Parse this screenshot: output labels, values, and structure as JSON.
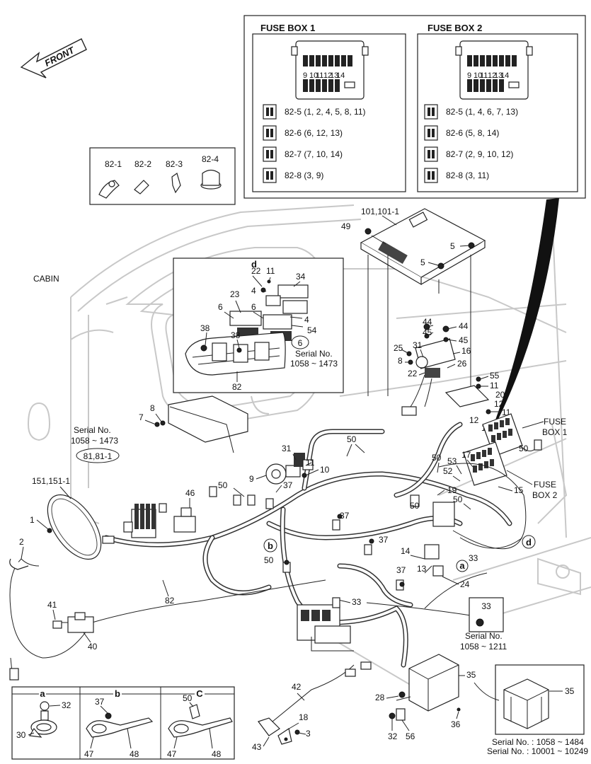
{
  "fusebox1": {
    "title": "FUSE BOX 1",
    "rows": [
      "82-5 (1, 2, 4, 5, 8, 11)",
      "82-6 (6, 12, 13)",
      "82-7 (7, 10, 14)",
      "82-8 (3, 9)"
    ],
    "slot_numbers": [
      "9",
      "10",
      "11",
      "12",
      "13",
      "14"
    ]
  },
  "fusebox2": {
    "title": "FUSE BOX 2",
    "rows": [
      "82-5 (1, 4, 6, 7, 13)",
      "82-6 (5, 8, 14)",
      "82-7 (2, 9, 10, 12)",
      "82-8 (3, 11)"
    ],
    "slot_numbers": [
      "9",
      "10",
      "11",
      "12",
      "13",
      "14"
    ]
  },
  "clips": [
    "82-1",
    "82-2",
    "82-3",
    "82-4"
  ],
  "front": "FRONT",
  "cabin": "CABIN",
  "detail_d": {
    "letter": "d",
    "labels": [
      "22",
      "11",
      "34",
      "4",
      "23",
      "6",
      "6",
      "4",
      "54",
      "38",
      "38",
      "82"
    ],
    "circled": "6",
    "serial_line1": "Serial No.",
    "serial_line2": "1058 ~ 1473"
  },
  "serial_81": {
    "line1": "Serial No.",
    "line2": "1058 ~ 1473",
    "circled": "81,81-1"
  },
  "serial_33": {
    "num": "33",
    "line1": "Serial No.",
    "line2": "1058 ~ 1211"
  },
  "serial_35": {
    "num": "35",
    "line1": "Serial No. : 1058 ~ 1484",
    "line2": "Serial No. : 10001 ~ 10249"
  },
  "fuse_box_labels": {
    "box1a": "FUSE",
    "box1b": "BOX 1",
    "box2a": "FUSE",
    "box2b": "BOX 2"
  },
  "circle_letters": {
    "a": "a",
    "b": "b",
    "d": "d"
  },
  "main_labels": {
    "l101": "101,101-1",
    "l49": "49",
    "l5a": "5",
    "l5b": "5",
    "l44a": "44",
    "l45a": "45",
    "l44b": "44",
    "l45b": "45",
    "l25": "25",
    "l31a": "31",
    "l16": "16",
    "l8a": "8",
    "l22": "22",
    "l26": "26",
    "l55": "55",
    "l11a": "11",
    "l20": "20",
    "l12a": "12",
    "l11b": "11",
    "l12b": "12",
    "l11c": "11",
    "l7": "7",
    "l8b": "8",
    "l31b": "31",
    "l50a": "50",
    "l9": "9",
    "l11d": "11",
    "l10": "10",
    "l37a": "37",
    "l50b": "50",
    "l46": "46",
    "l151": "151,151-1",
    "l1": "1",
    "l2": "2",
    "l37b": "37",
    "l37c": "37",
    "l50c": "50",
    "l37d": "37",
    "l82": "82",
    "l41": "41",
    "l40": "40",
    "l50d": "50",
    "l53": "53",
    "l17": "17",
    "l52": "52",
    "l19": "19",
    "l15": "15",
    "l50e": "50",
    "l50f": "50",
    "l50g": "50",
    "l14": "14",
    "l13": "13",
    "l33a": "33",
    "l24": "24",
    "l33b": "33",
    "l42": "42",
    "l18": "18",
    "l3": "3",
    "l43": "43",
    "l28": "28",
    "l35": "35",
    "l32": "32",
    "l56": "56",
    "l36": "36"
  },
  "legend": {
    "a": {
      "letter": "a",
      "labels": [
        "32",
        "30"
      ]
    },
    "b": {
      "letter": "b",
      "labels": [
        "37",
        "47",
        "48"
      ]
    },
    "c": {
      "letter": "C",
      "labels": [
        "50",
        "47",
        "48"
      ]
    }
  }
}
